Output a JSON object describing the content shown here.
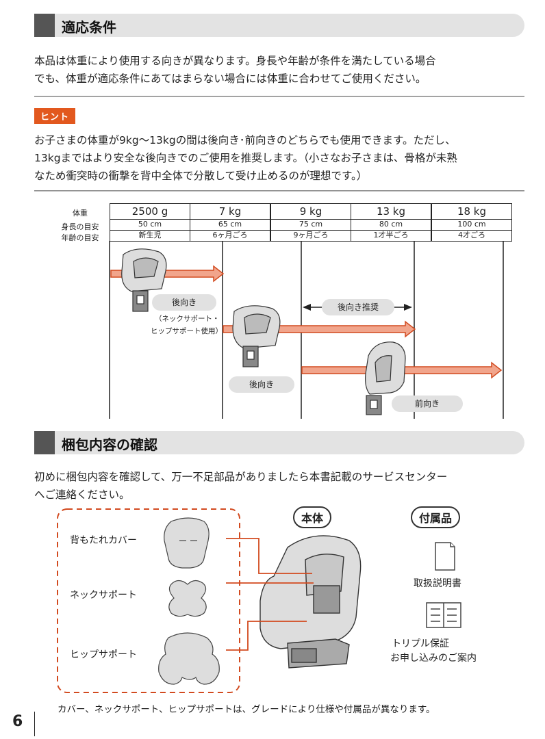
{
  "section1": {
    "title": "適応条件",
    "body_line1": "本品は体重により使用する向きが異なります。身長や年齢が条件を満たしている場合",
    "body_line2": "でも、体重が適応条件にあてはまらない場合には体重に合わせてご使用ください。"
  },
  "hint": {
    "badge": "ヒント",
    "line1": "お子さまの体重が9kg〜13kgの間は後向き･前向きのどちらでも使用できます。ただし、",
    "line2": "13kgまではより安全な後向きでのご使用を推奨します。（小さなお子さまは、骨格が未熟",
    "line3": "なため衝突時の衝撃を背中全体で分散して受け止めるのが理想です。）"
  },
  "chart": {
    "row_labels": [
      "体重",
      "身長の目安",
      "年齢の目安"
    ],
    "columns": [
      {
        "weight": "2500 g",
        "height": "50 cm",
        "age": "新生児"
      },
      {
        "weight": "7 kg",
        "height": "65 cm",
        "age": "6ヶ月ごろ"
      },
      {
        "weight": "9 kg",
        "height": "75 cm",
        "age": "9ヶ月ごろ"
      },
      {
        "weight": "13 kg",
        "height": "80 cm",
        "age": "1才半ごろ"
      },
      {
        "weight": "18 kg",
        "height": "100 cm",
        "age": "4才ごろ"
      }
    ],
    "label_rear1": "後向き",
    "label_rear1_note1": "（ネックサポート・",
    "label_rear1_note2": "ヒップサポート使用）",
    "label_recommended": "後向き推奨",
    "label_rear2": "後向き",
    "label_forward": "前向き"
  },
  "section2": {
    "title": "梱包内容の確認",
    "body_line1": "初めに梱包内容を確認して、万一不足部品がありましたら本書記載のサービスセンター",
    "body_line2": "へご連絡ください。"
  },
  "package": {
    "item_backrest": "背もたれカバー",
    "item_neck": "ネックサポート",
    "item_hip": "ヒップサポート",
    "main_label": "本体",
    "accessory_label": "付属品",
    "acc_manual": "取扱説明書",
    "acc_warranty1": "トリプル保証",
    "acc_warranty2": "お申し込みのご案内",
    "footnote": "カバー、ネックサポート、ヒップサポートは、グレードにより仕様や付属品が異なります。"
  },
  "page": {
    "number": "6"
  },
  "colors": {
    "accent": "#e2581e",
    "arrow_fill": "#f1a58c",
    "gray_bar": "#e3e3e3"
  }
}
